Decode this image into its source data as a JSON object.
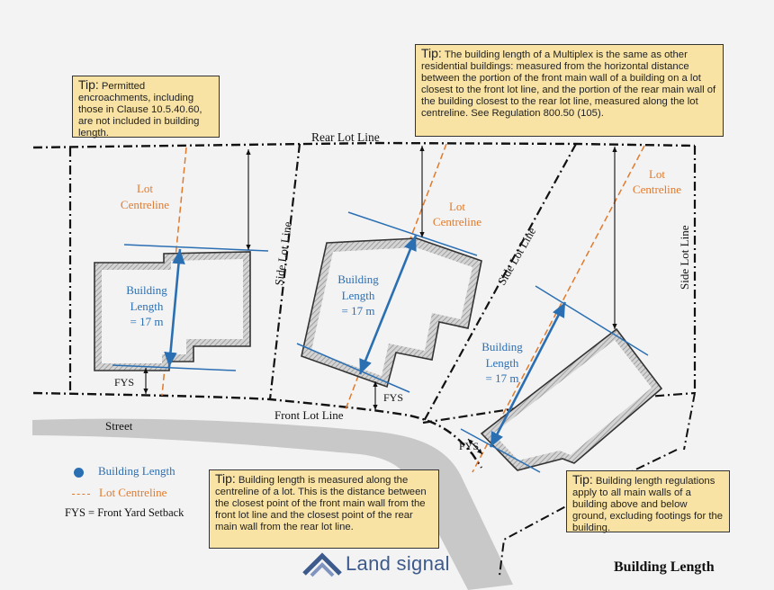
{
  "labels": {
    "rear_lot_line": "Rear Lot Line",
    "front_lot_line": "Front Lot Line",
    "side_lot_line": "Side Lot Line",
    "lot_centreline_1": "Lot",
    "lot_centreline_2": "Centreline",
    "building_length_1": "Building",
    "building_length_2": "Length",
    "building_length_3": "= 17 m",
    "fys": "FYS",
    "street": "Street"
  },
  "tips": {
    "left": {
      "head": "Tip:",
      "text": "Permitted encroachments, including those in Clause 10.5.40.60, are not included in building length."
    },
    "top_right": {
      "head": "Tip:",
      "text": "The building length of a Multiplex is the same as other residential buildings:  measured from the horizontal distance between the portion of the front main wall of a building on a lot closest to the front lot line, and the portion of the rear main wall of the building closest to the rear lot line, measured along the lot centreline. See Regulation 800.50 (105)."
    },
    "bottom_center": {
      "head": "Tip:",
      "text": "Building length is measured along the centreline of a lot. This is the distance between the closest point of the front main wall from the front lot line and the closest point of the rear main wall from the rear lot line."
    },
    "bottom_right": {
      "head": "Tip:",
      "text": "Building length regulations apply to all main walls of a building above and below ground, excluding footings for the building."
    }
  },
  "legend": {
    "building_length": "Building Length",
    "lot_centreline": "Lot Centreline",
    "fys_def": "FYS = Front Yard Setback"
  },
  "logo": {
    "text": "Land signal"
  },
  "footer": {
    "title": "Building Length"
  },
  "colors": {
    "blue": "#2b6fb3",
    "orange": "#e07a2d",
    "tip_bg": "#f8e3a4",
    "street": "#c8c8c8"
  }
}
